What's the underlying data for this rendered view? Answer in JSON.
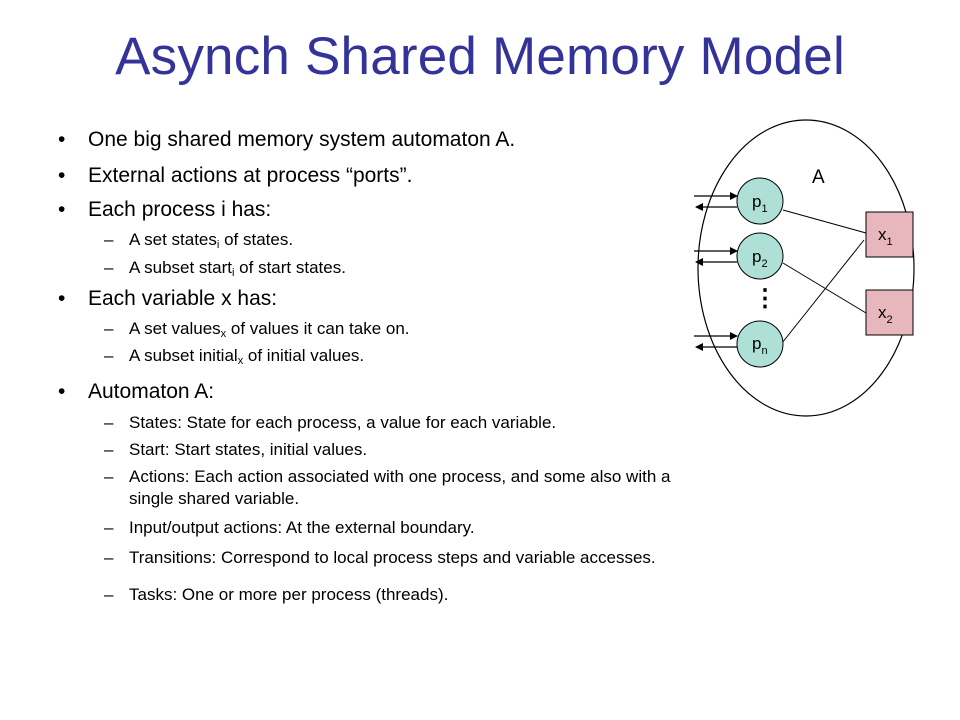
{
  "slide": {
    "title": "Asynch Shared Memory Model",
    "bullets": [
      {
        "bullet": "•",
        "text": "One big shared memory system automaton A."
      },
      {
        "bullet": "•",
        "text": "External actions at process “ports”."
      },
      {
        "bullet": "•",
        "text": "Each process i has:"
      },
      {
        "dash": "–",
        "pre": "A set states",
        "sub": "i",
        "post": " of states."
      },
      {
        "dash": "–",
        "pre": "A subset start",
        "sub": "i",
        "post": " of start states."
      },
      {
        "bullet": "•",
        "text": "Each variable x has:"
      },
      {
        "dash": "–",
        "pre": "A set values",
        "sub": "x",
        "post": " of values it can take on."
      },
      {
        "dash": "–",
        "pre": "A subset initial",
        "sub": "x",
        "post": " of initial values."
      },
      {
        "bullet": "•",
        "text": "Automaton A:"
      },
      {
        "dash": "–",
        "text": "States:  State for each process, a value for each variable."
      },
      {
        "dash": "–",
        "text": "Start:  Start states, initial values."
      },
      {
        "dash": "–",
        "text": "Actions:  Each action associated with one process, and some also with a"
      },
      {
        "text": "single shared variable."
      },
      {
        "dash": "–",
        "text": "Input/output actions:  At the external boundary."
      },
      {
        "dash": "–",
        "text": "Transitions:  Correspond to local process steps and variable accesses."
      },
      {
        "dash": "–",
        "text": "Tasks:  One or more per process (threads)."
      }
    ]
  },
  "diagram": {
    "automaton_label": "A",
    "processes": [
      {
        "base": "p",
        "sub": "1"
      },
      {
        "base": "p",
        "sub": "2"
      },
      {
        "base": "p",
        "sub": "n"
      }
    ],
    "variables": [
      {
        "base": "x",
        "sub": "1"
      },
      {
        "base": "x",
        "sub": "2"
      }
    ],
    "ellipsis": "⋮",
    "colors": {
      "process_fill": "#aee0d8",
      "variable_fill": "#e8b7bd",
      "title": "#333399"
    }
  }
}
